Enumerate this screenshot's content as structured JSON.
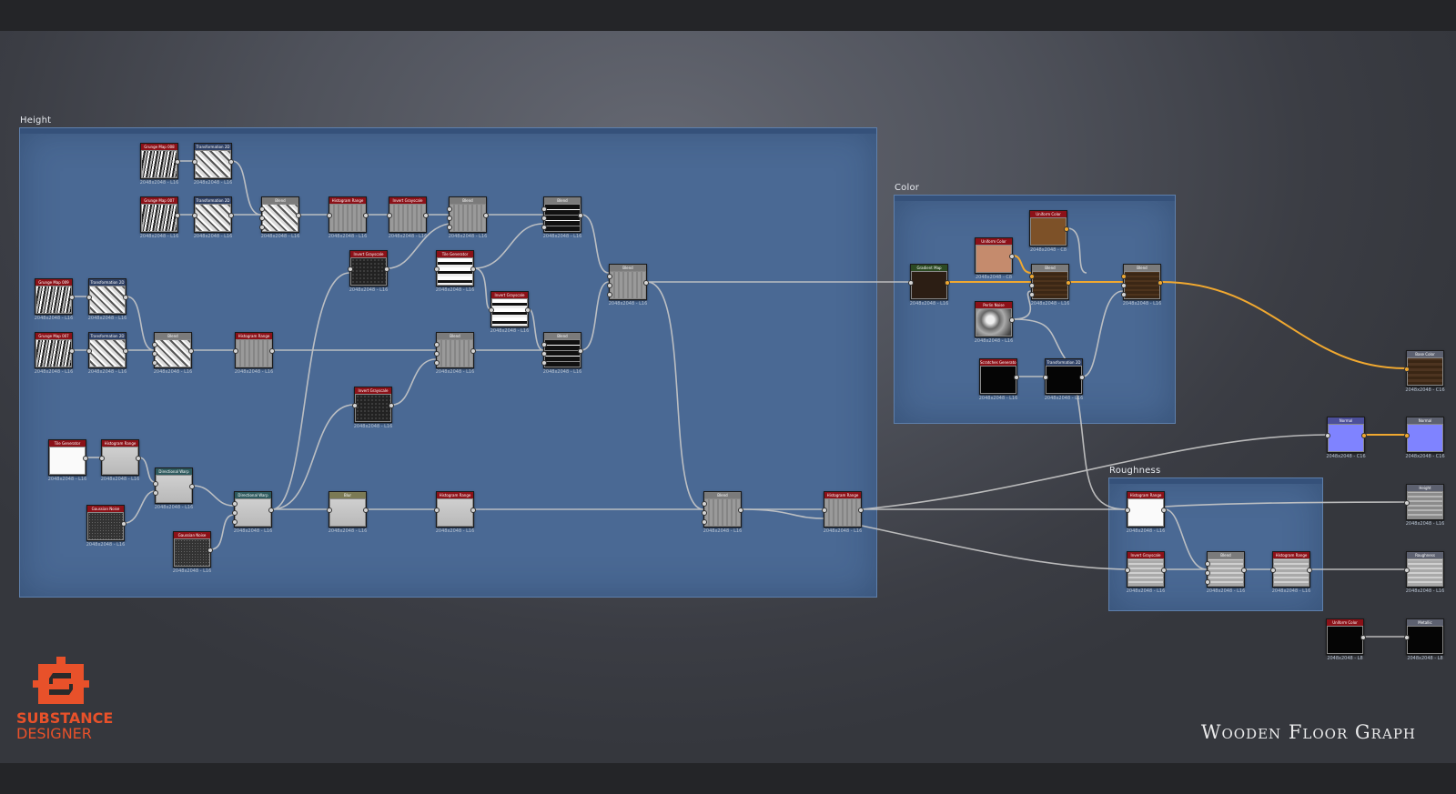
{
  "graph_title": "Wooden Floor Graph",
  "app": {
    "logo_line1": "SUBSTANCE",
    "logo_line2": "DESIGNER",
    "logo_icon": "substance-s-icon"
  },
  "colors": {
    "frame": "#4a6994",
    "wire": "#c8c8c8",
    "wire_highlight": "#f0a830",
    "node_header_red": "#8c1118",
    "logo": "#e8512a"
  },
  "frames": [
    {
      "id": "height",
      "title": "Height"
    },
    {
      "id": "color",
      "title": "Color"
    },
    {
      "id": "roughness",
      "title": "Roughness"
    }
  ],
  "nodes": [
    {
      "id": "n1",
      "title": "Grunge Map 008",
      "meta": "2048x2048 - L16",
      "style": "red",
      "tex": "grain"
    },
    {
      "id": "n2",
      "title": "Transformation 2D",
      "meta": "2048x2048 - L16",
      "style": "navy",
      "tex": "cells"
    },
    {
      "id": "n3",
      "title": "Grunge Map 007",
      "meta": "2048x2048 - L16",
      "style": "red",
      "tex": "grain"
    },
    {
      "id": "n4",
      "title": "Transformation 2D",
      "meta": "2048x2048 - L16",
      "style": "navy",
      "tex": "cells"
    },
    {
      "id": "n5",
      "title": "Blend",
      "meta": "2048x2048 - L16",
      "style": "gray",
      "tex": "cells"
    },
    {
      "id": "n6",
      "title": "Histogram Range",
      "meta": "2048x2048 - L16",
      "style": "red",
      "tex": "mid"
    },
    {
      "id": "n7",
      "title": "Invert Grayscale",
      "meta": "2048x2048 - L16",
      "style": "red",
      "tex": "mid"
    },
    {
      "id": "n8",
      "title": "Blend",
      "meta": "2048x2048 - L16",
      "style": "gray",
      "tex": "mid"
    },
    {
      "id": "n9",
      "title": "Blend",
      "meta": "2048x2048 - L16",
      "style": "gray",
      "tex": "darkstripes"
    },
    {
      "id": "n10",
      "title": "Invert Grayscale",
      "meta": "2048x2048 - L16",
      "style": "red",
      "tex": "speckle"
    },
    {
      "id": "n11",
      "title": "Tile Generator",
      "meta": "2048x2048 - L16",
      "style": "red",
      "tex": "stripes"
    },
    {
      "id": "n12",
      "title": "Invert Grayscale",
      "meta": "2048x2048 - L16",
      "style": "red",
      "tex": "stripes"
    },
    {
      "id": "n13",
      "title": "Blend",
      "meta": "2048x2048 - L16",
      "style": "gray",
      "tex": "mid"
    },
    {
      "id": "n14",
      "title": "Grunge Map 009",
      "meta": "2048x2048 - L16",
      "style": "red",
      "tex": "grain"
    },
    {
      "id": "n15",
      "title": "Transformation 2D",
      "meta": "2048x2048 - L16",
      "style": "navy",
      "tex": "cells"
    },
    {
      "id": "n16",
      "title": "Grunge Map 007",
      "meta": "2048x2048 - L16",
      "style": "red",
      "tex": "grain"
    },
    {
      "id": "n17",
      "title": "Transformation 2D",
      "meta": "2048x2048 - L16",
      "style": "navy",
      "tex": "cells"
    },
    {
      "id": "n18",
      "title": "Blend",
      "meta": "2048x2048 - L16",
      "style": "gray",
      "tex": "cells"
    },
    {
      "id": "n19",
      "title": "Histogram Range",
      "meta": "2048x2048 - L16",
      "style": "red",
      "tex": "mid"
    },
    {
      "id": "n20",
      "title": "Blend",
      "meta": "2048x2048 - L16",
      "style": "gray",
      "tex": "mid"
    },
    {
      "id": "n21",
      "title": "Blend",
      "meta": "2048x2048 - L16",
      "style": "gray",
      "tex": "darkstripes"
    },
    {
      "id": "n22",
      "title": "Invert Grayscale",
      "meta": "2048x2048 - L16",
      "style": "red",
      "tex": "speckle"
    },
    {
      "id": "n23",
      "title": "Tile Generator",
      "meta": "2048x2048 - L16",
      "style": "red",
      "tex": "white"
    },
    {
      "id": "n24",
      "title": "Histogram Range",
      "meta": "2048x2048 - L16",
      "style": "red",
      "tex": "light"
    },
    {
      "id": "n25",
      "title": "Directional Warp",
      "meta": "2048x2048 - L16",
      "style": "teal",
      "tex": "light"
    },
    {
      "id": "n26",
      "title": "Gaussian Noise",
      "meta": "2048x2048 - L16",
      "style": "red",
      "tex": "speck2"
    },
    {
      "id": "n27",
      "title": "Directional Warp",
      "meta": "2048x2048 - L16",
      "style": "teal",
      "tex": "light"
    },
    {
      "id": "n28",
      "title": "Gaussian Noise",
      "meta": "2048x2048 - L16",
      "style": "red",
      "tex": "speck2"
    },
    {
      "id": "n29",
      "title": "Blur",
      "meta": "2048x2048 - L16",
      "style": "olive",
      "tex": "light"
    },
    {
      "id": "n30",
      "title": "Histogram Range",
      "meta": "2048x2048 - L16",
      "style": "red",
      "tex": "light"
    },
    {
      "id": "n31",
      "title": "Blend",
      "meta": "2048x2048 - L16",
      "style": "gray",
      "tex": "mid"
    },
    {
      "id": "n32",
      "title": "Blend",
      "meta": "2048x2048 - L16",
      "style": "gray",
      "tex": "mid"
    },
    {
      "id": "n33",
      "title": "Histogram Range",
      "meta": "2048x2048 - L16",
      "style": "red",
      "tex": "mid"
    },
    {
      "id": "c1",
      "title": "Gradient Map",
      "meta": "2048x2048 - L16",
      "style": "green",
      "tex": "brown1"
    },
    {
      "id": "c2",
      "title": "Uniform Color",
      "meta": "2048x2048 - C8",
      "style": "red",
      "tex": "brown2"
    },
    {
      "id": "c3",
      "title": "Uniform Color",
      "meta": "2048x2048 - C8",
      "style": "red",
      "tex": "brown3"
    },
    {
      "id": "c4",
      "title": "Blend",
      "meta": "2048x2048 - L16",
      "style": "gray",
      "tex": "brown4"
    },
    {
      "id": "c5",
      "title": "Blend",
      "meta": "2048x2048 - L16",
      "style": "gray",
      "tex": "brown4"
    },
    {
      "id": "c6",
      "title": "Perlin Noise",
      "meta": "2048x2048 - L16",
      "style": "red",
      "tex": "cloud"
    },
    {
      "id": "c7",
      "title": "Scratches Generator",
      "meta": "2048x2048 - L16",
      "style": "red",
      "tex": "black"
    },
    {
      "id": "c8",
      "title": "Transformation 2D",
      "meta": "2048x2048 - L16",
      "style": "navy",
      "tex": "black"
    },
    {
      "id": "r1",
      "title": "Histogram Range",
      "meta": "2048x2048 - L16",
      "style": "red",
      "tex": "white"
    },
    {
      "id": "r2",
      "title": "Invert Grayscale",
      "meta": "2048x2048 - L16",
      "style": "red",
      "tex": "rough"
    },
    {
      "id": "r3",
      "title": "Blend",
      "meta": "2048x2048 - L16",
      "style": "gray",
      "tex": "rough"
    },
    {
      "id": "r4",
      "title": "Histogram Range",
      "meta": "2048x2048 - L16",
      "style": "red",
      "tex": "rough"
    },
    {
      "id": "o1",
      "title": "Base Color",
      "meta": "2048x2048 - C16",
      "style": "slate",
      "tex": "wood"
    },
    {
      "id": "o2",
      "title": "Normal",
      "meta": "2048x2048 - C16",
      "style": "violet",
      "tex": "bluenorm"
    },
    {
      "id": "o3",
      "title": "Normal",
      "meta": "2048x2048 - C16",
      "style": "slate",
      "tex": "bluenorm"
    },
    {
      "id": "o4",
      "title": "Height",
      "meta": "2048x2048 - L16",
      "style": "slate",
      "tex": "heightout"
    },
    {
      "id": "o5",
      "title": "Roughness",
      "meta": "2048x2048 - L16",
      "style": "slate",
      "tex": "rough"
    },
    {
      "id": "o6",
      "title": "Uniform Color",
      "meta": "2048x2048 - L8",
      "style": "red",
      "tex": "black"
    },
    {
      "id": "o7",
      "title": "Metallic",
      "meta": "2048x2048 - L8",
      "style": "slate",
      "tex": "black"
    }
  ]
}
